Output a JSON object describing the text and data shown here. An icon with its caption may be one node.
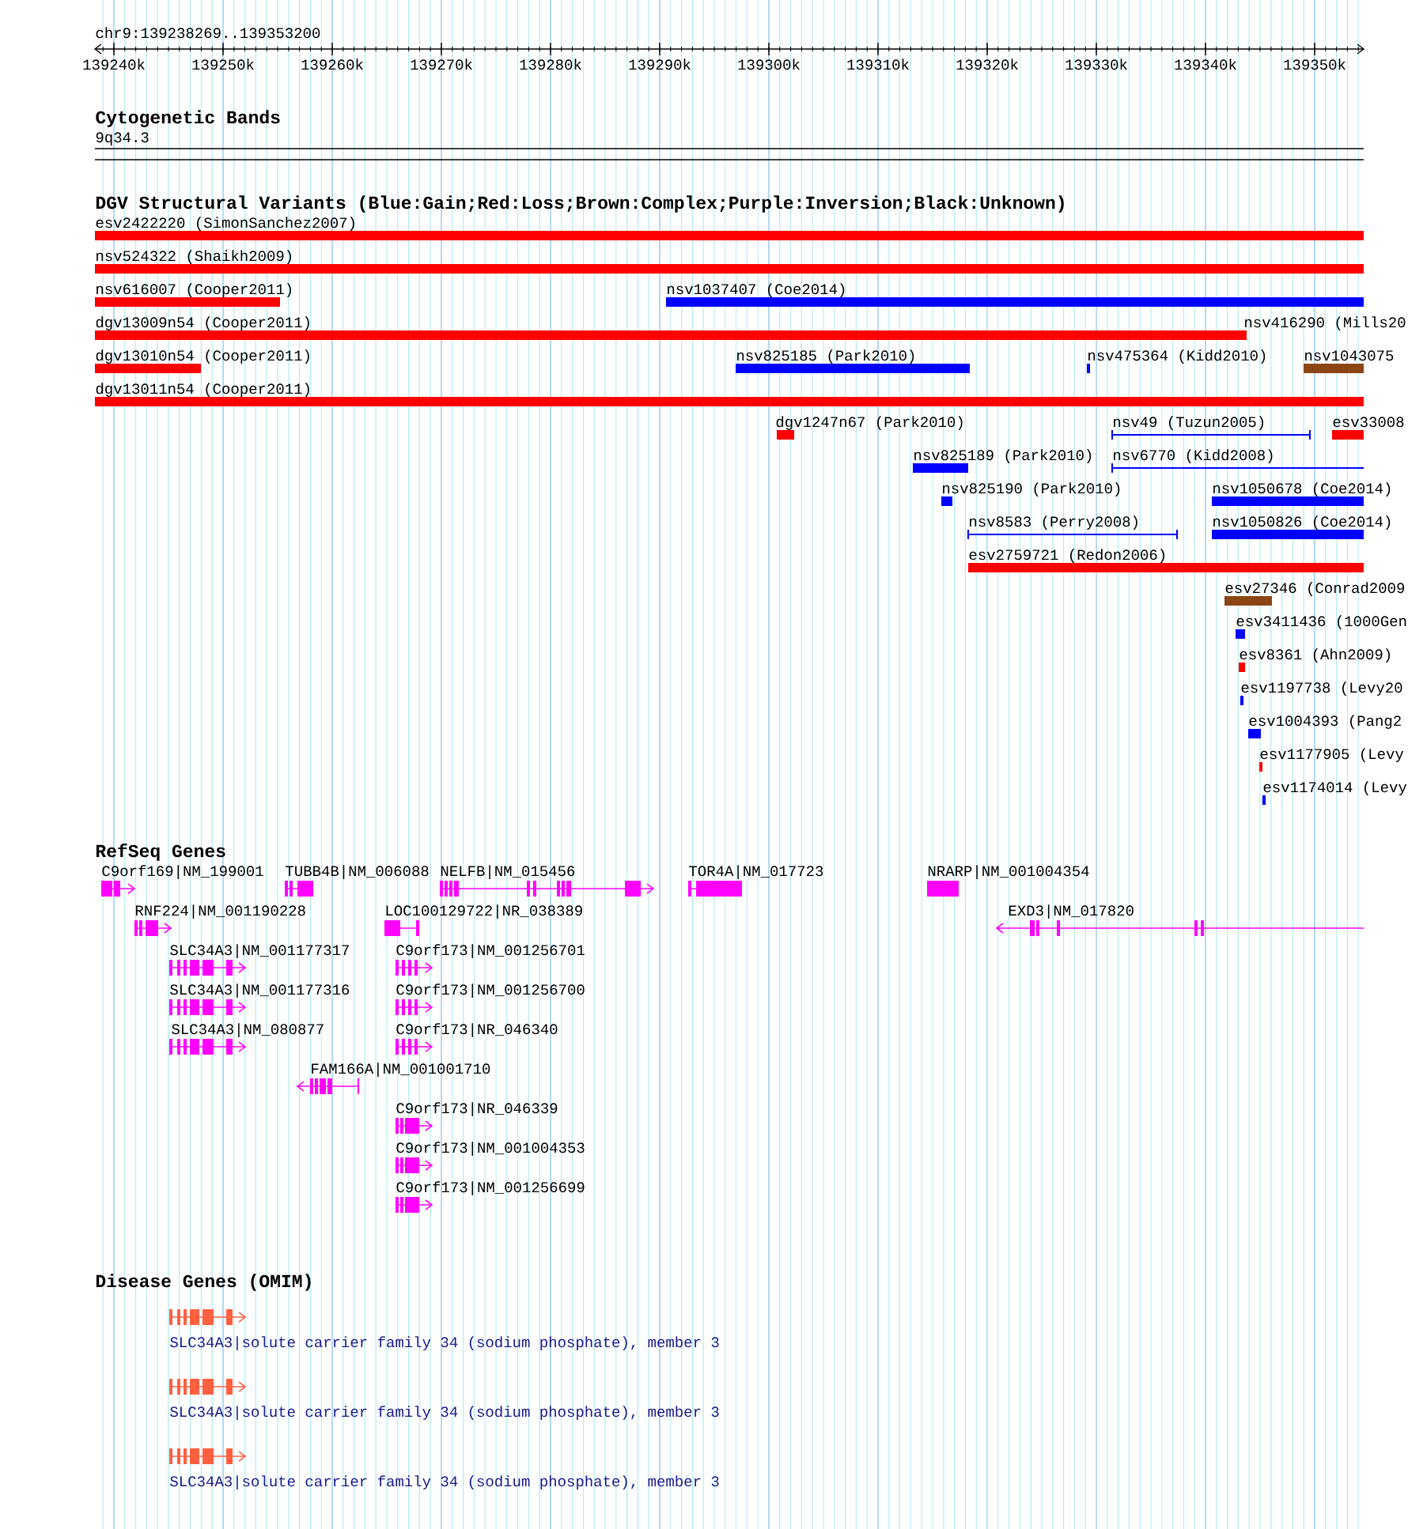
{
  "diagram": {
    "labels": [
      "chr9:139238269..139353200",
      "139240k",
      "139250k",
      "139260k",
      "139270k",
      "139280k",
      "139290k",
      "139300k",
      "139310k",
      "139320k",
      "139330k",
      "139340k",
      "139350k",
      "Cytogenetic Bands",
      "9q34.3",
      "DGV Structural Variants (Blue:Gain;Red:Loss;Brown:Complex;Purple:Inversion;Black:Unknown)",
      "esv2422220 (SimonSanchez2007)",
      "nsv524322 (Shaikh2009)",
      "nsv616007 (Cooper2011)",
      "nsv1037407 (Coe2014)",
      "dgv13009n54 (Cooper2011)",
      "nsv416290 (Mills20",
      "dgv13010n54 (Cooper2011)",
      "nsv825185 (Park2010)",
      "nsv475364 (Kidd2010)",
      "nsv1043075",
      "dgv13011n54 (Cooper2011)",
      "dgv1247n67 (Park2010)",
      "nsv49 (Tuzun2005)",
      "esv33008",
      "nsv825189 (Park2010)",
      "nsv6770 (Kidd2008)",
      "nsv825190 (Park2010)",
      "nsv1050678 (Coe2014)",
      "nsv8583 (Perry2008)",
      "nsv1050826 (Coe2014)",
      "esv2759721 (Redon2006)",
      "esv27346 (Conrad2009",
      "esv3411436 (1000Gen",
      "esv8361 (Ahn2009)",
      "esv1197738 (Levy20",
      "esv1004393 (Pang2",
      "esv1177905 (Levy",
      "esv1174014 (Levy",
      "RefSeq Genes",
      "C9orf169|NM_199001",
      "TUBB4B|NM_006088",
      "NELFB|NM_015456",
      "TOR4A|NM_017723",
      "NRARP|NM_001004354",
      "RNF224|NM_001190228",
      "LOC100129722|NR_038389",
      "EXD3|NM_017820",
      "SLC34A3|NM_001177317",
      "C9orf173|NM_001256701",
      "SLC34A3|NM_001177316",
      "C9orf173|NM_001256700",
      "SLC34A3|NM_080877",
      "C9orf173|NR_046340",
      "FAM166A|NM_001001710",
      "C9orf173|NR_046339",
      "C9orf173|NM_001004353",
      "C9orf173|NM_001256699",
      "Disease Genes (OMIM)",
      "SLC34A3|solute carrier family 34 (sodium phosphate), member 3",
      "SLC34A3|solute carrier family 34 (sodium phosphate), member 3",
      "SLC34A3|solute carrier family 34 (sodium phosphate), member 3"
    ]
  }
}
